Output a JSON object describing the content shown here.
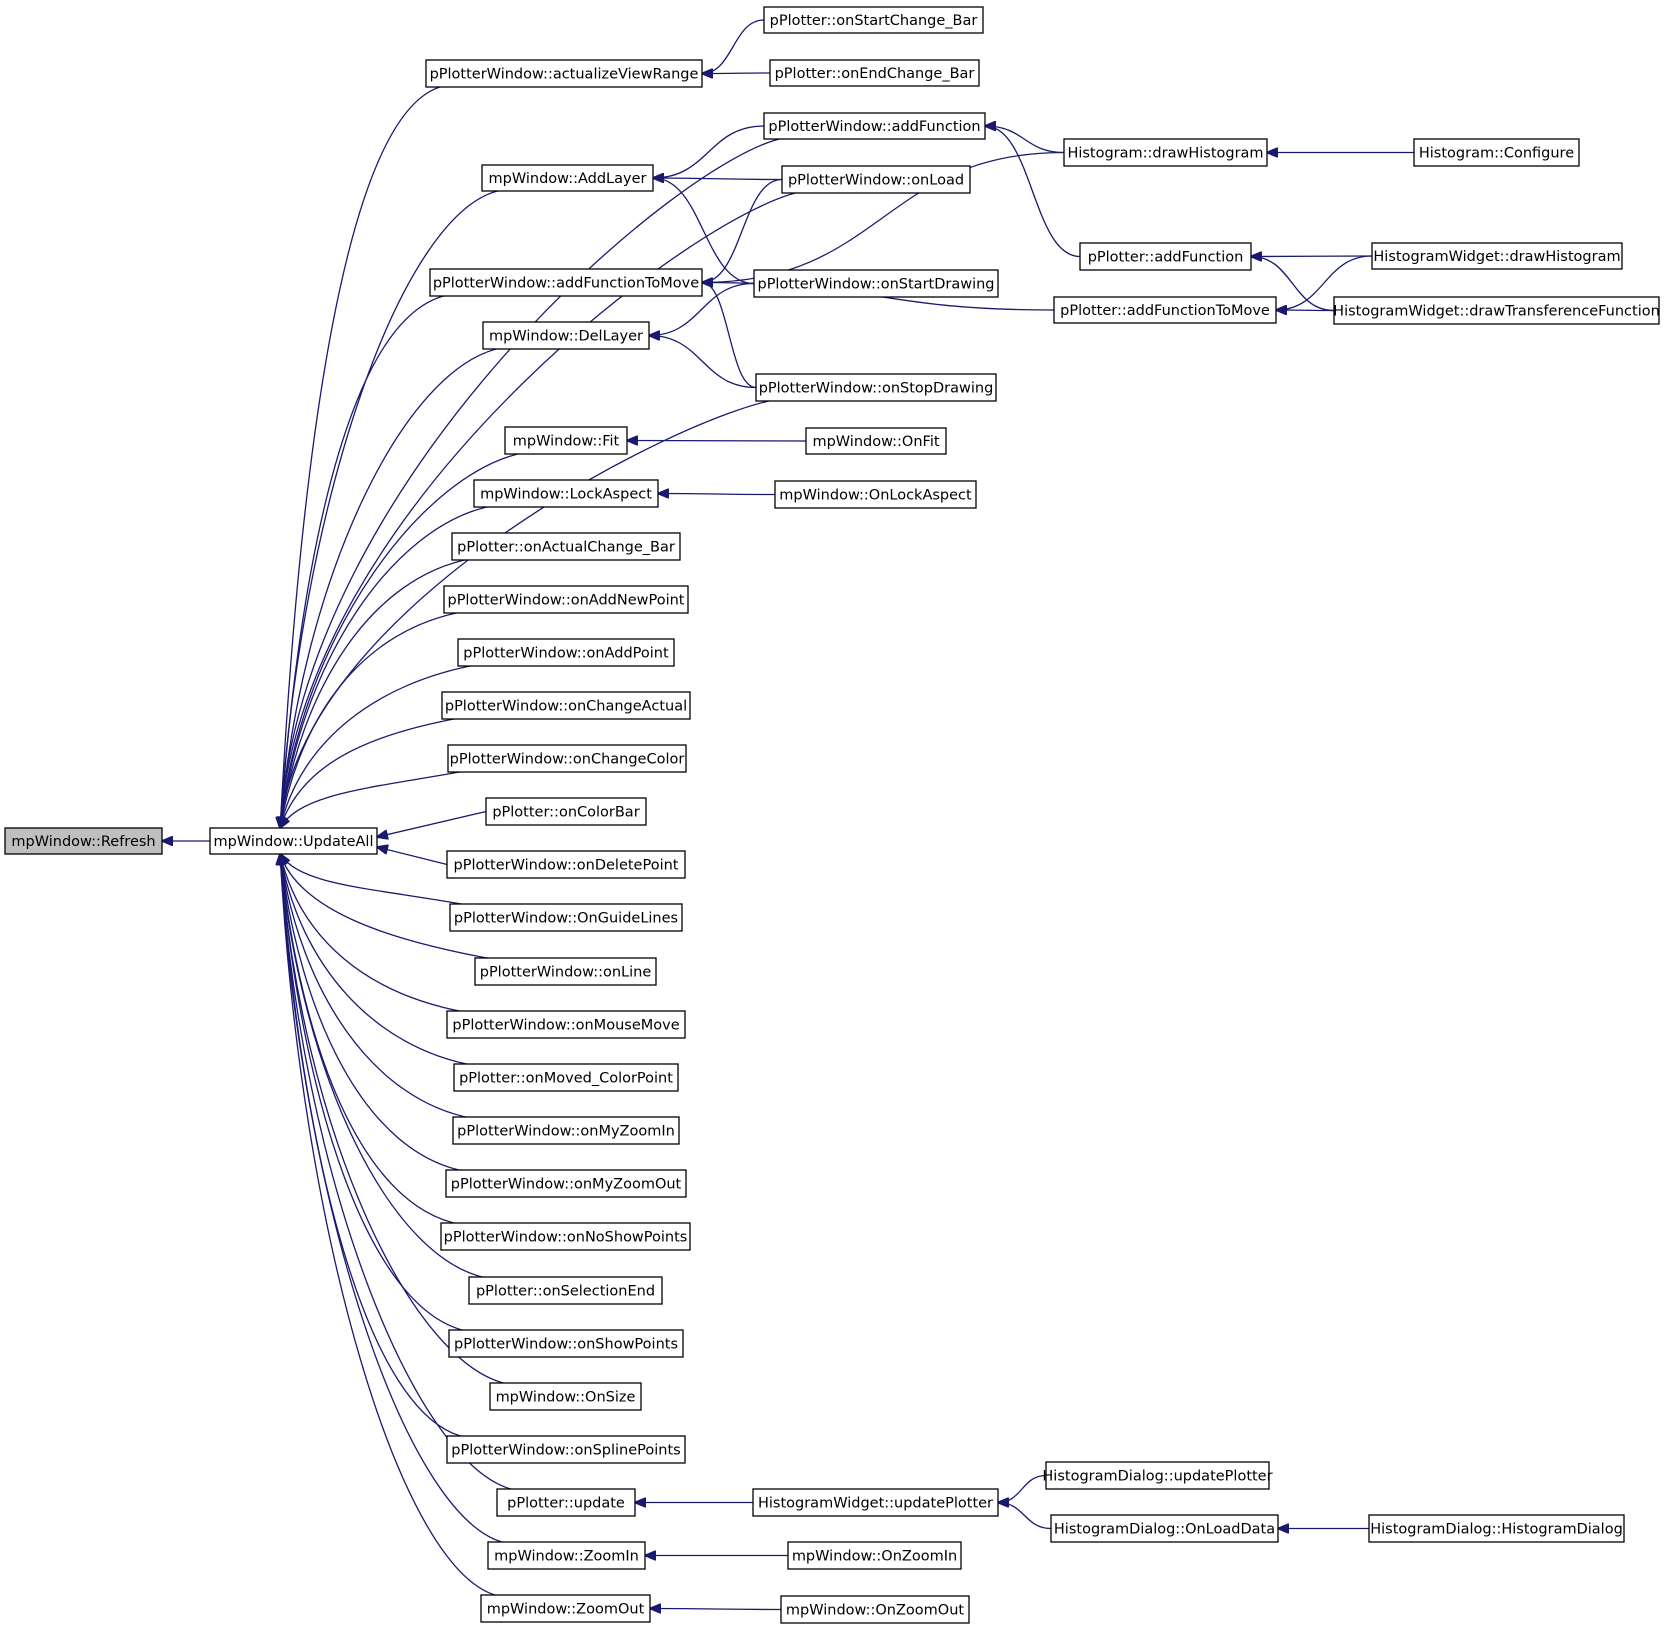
{
  "diagram": {
    "type": "caller-graph",
    "colors": {
      "edge": "#191970",
      "root_fill": "#bfbfbf",
      "node_fill": "#ffffff",
      "border": "#000000"
    },
    "nodes": [
      {
        "id": "n0",
        "label": "mpWindow::Refresh",
        "root": true
      },
      {
        "id": "n1",
        "label": "mpWindow::UpdateAll"
      },
      {
        "id": "n2",
        "label": "pPlotterWindow::actualizeViewRange"
      },
      {
        "id": "n3",
        "label": "pPlotter::onStartChange_Bar"
      },
      {
        "id": "n4",
        "label": "pPlotter::onEndChange_Bar"
      },
      {
        "id": "n5",
        "label": "pPlotterWindow::addFunction"
      },
      {
        "id": "n6",
        "label": "Histogram::drawHistogram"
      },
      {
        "id": "n7",
        "label": "Histogram::Configure"
      },
      {
        "id": "n8",
        "label": "mpWindow::AddLayer"
      },
      {
        "id": "n9",
        "label": "pPlotterWindow::onLoad"
      },
      {
        "id": "n10",
        "label": "pPlotter::addFunction"
      },
      {
        "id": "n11",
        "label": "HistogramWidget::drawHistogram"
      },
      {
        "id": "n12",
        "label": "pPlotterWindow::addFunctionToMove"
      },
      {
        "id": "n13",
        "label": "pPlotterWindow::onStartDrawing"
      },
      {
        "id": "n14",
        "label": "pPlotter::addFunctionToMove"
      },
      {
        "id": "n15",
        "label": "HistogramWidget::drawTransferenceFunction"
      },
      {
        "id": "n16",
        "label": "mpWindow::DelLayer"
      },
      {
        "id": "n17",
        "label": "pPlotterWindow::onStopDrawing"
      },
      {
        "id": "n18",
        "label": "mpWindow::Fit"
      },
      {
        "id": "n19",
        "label": "mpWindow::OnFit"
      },
      {
        "id": "n20",
        "label": "mpWindow::LockAspect"
      },
      {
        "id": "n21",
        "label": "mpWindow::OnLockAspect"
      },
      {
        "id": "n22",
        "label": "pPlotter::onActualChange_Bar"
      },
      {
        "id": "n23",
        "label": "pPlotterWindow::onAddNewPoint"
      },
      {
        "id": "n24",
        "label": "pPlotterWindow::onAddPoint"
      },
      {
        "id": "n25",
        "label": "pPlotterWindow::onChangeActual"
      },
      {
        "id": "n26",
        "label": "pPlotterWindow::onChangeColor"
      },
      {
        "id": "n27",
        "label": "pPlotter::onColorBar"
      },
      {
        "id": "n28",
        "label": "pPlotterWindow::onDeletePoint"
      },
      {
        "id": "n29",
        "label": "pPlotterWindow::OnGuideLines"
      },
      {
        "id": "n30",
        "label": "pPlotterWindow::onLine"
      },
      {
        "id": "n31",
        "label": "pPlotterWindow::onMouseMove"
      },
      {
        "id": "n32",
        "label": "pPlotter::onMoved_ColorPoint"
      },
      {
        "id": "n33",
        "label": "pPlotterWindow::onMyZoomIn"
      },
      {
        "id": "n34",
        "label": "pPlotterWindow::onMyZoomOut"
      },
      {
        "id": "n35",
        "label": "pPlotterWindow::onNoShowPoints"
      },
      {
        "id": "n36",
        "label": "pPlotter::onSelectionEnd"
      },
      {
        "id": "n37",
        "label": "pPlotterWindow::onShowPoints"
      },
      {
        "id": "n38",
        "label": "mpWindow::OnSize"
      },
      {
        "id": "n39",
        "label": "pPlotterWindow::onSplinePoints"
      },
      {
        "id": "n40",
        "label": "pPlotter::update"
      },
      {
        "id": "n41",
        "label": "HistogramWidget::updatePlotter"
      },
      {
        "id": "n42",
        "label": "HistogramDialog::updatePlotter"
      },
      {
        "id": "n43",
        "label": "HistogramDialog::OnLoadData"
      },
      {
        "id": "n44",
        "label": "HistogramDialog::HistogramDialog"
      },
      {
        "id": "n45",
        "label": "mpWindow::ZoomIn"
      },
      {
        "id": "n46",
        "label": "mpWindow::OnZoomIn"
      },
      {
        "id": "n47",
        "label": "mpWindow::ZoomOut"
      },
      {
        "id": "n48",
        "label": "mpWindow::OnZoomOut"
      }
    ],
    "edges": [
      {
        "from": "n1",
        "to": "n0"
      },
      {
        "from": "n2",
        "to": "n1"
      },
      {
        "from": "n5",
        "to": "n1"
      },
      {
        "from": "n8",
        "to": "n1"
      },
      {
        "from": "n9",
        "to": "n1"
      },
      {
        "from": "n12",
        "to": "n1"
      },
      {
        "from": "n16",
        "to": "n1"
      },
      {
        "from": "n17",
        "to": "n1"
      },
      {
        "from": "n18",
        "to": "n1"
      },
      {
        "from": "n20",
        "to": "n1"
      },
      {
        "from": "n22",
        "to": "n1"
      },
      {
        "from": "n23",
        "to": "n1"
      },
      {
        "from": "n24",
        "to": "n1"
      },
      {
        "from": "n25",
        "to": "n1"
      },
      {
        "from": "n26",
        "to": "n1"
      },
      {
        "from": "n27",
        "to": "n1"
      },
      {
        "from": "n28",
        "to": "n1"
      },
      {
        "from": "n29",
        "to": "n1"
      },
      {
        "from": "n30",
        "to": "n1"
      },
      {
        "from": "n31",
        "to": "n1"
      },
      {
        "from": "n32",
        "to": "n1"
      },
      {
        "from": "n33",
        "to": "n1"
      },
      {
        "from": "n34",
        "to": "n1"
      },
      {
        "from": "n35",
        "to": "n1"
      },
      {
        "from": "n36",
        "to": "n1"
      },
      {
        "from": "n37",
        "to": "n1"
      },
      {
        "from": "n38",
        "to": "n1"
      },
      {
        "from": "n39",
        "to": "n1"
      },
      {
        "from": "n40",
        "to": "n1"
      },
      {
        "from": "n45",
        "to": "n1"
      },
      {
        "from": "n47",
        "to": "n1"
      },
      {
        "from": "n3",
        "to": "n2"
      },
      {
        "from": "n4",
        "to": "n2"
      },
      {
        "from": "n5",
        "to": "n8"
      },
      {
        "from": "n9",
        "to": "n8"
      },
      {
        "from": "n13",
        "to": "n8"
      },
      {
        "from": "n6",
        "to": "n5"
      },
      {
        "from": "n10",
        "to": "n5"
      },
      {
        "from": "n7",
        "to": "n6"
      },
      {
        "from": "n11",
        "to": "n10"
      },
      {
        "from": "n15",
        "to": "n10"
      },
      {
        "from": "n9",
        "to": "n12"
      },
      {
        "from": "n6",
        "to": "n12"
      },
      {
        "from": "n14",
        "to": "n12"
      },
      {
        "from": "n17",
        "to": "n12"
      },
      {
        "from": "n11",
        "to": "n14"
      },
      {
        "from": "n15",
        "to": "n14"
      },
      {
        "from": "n13",
        "to": "n16"
      },
      {
        "from": "n17",
        "to": "n16"
      },
      {
        "from": "n19",
        "to": "n18"
      },
      {
        "from": "n21",
        "to": "n20"
      },
      {
        "from": "n41",
        "to": "n40"
      },
      {
        "from": "n42",
        "to": "n41"
      },
      {
        "from": "n43",
        "to": "n41"
      },
      {
        "from": "n44",
        "to": "n43"
      },
      {
        "from": "n46",
        "to": "n45"
      },
      {
        "from": "n48",
        "to": "n47"
      }
    ]
  }
}
